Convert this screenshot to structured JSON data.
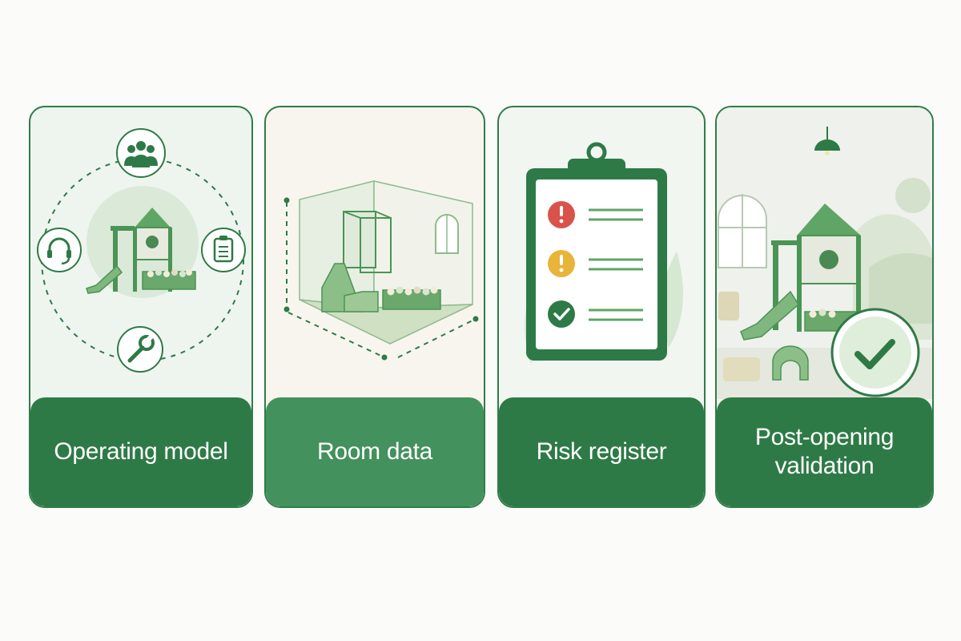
{
  "cards": [
    {
      "label": "Operating model",
      "icons": [
        "team-icon",
        "headset-icon",
        "clipboard-icon",
        "wrench-icon",
        "play-structure-illustration"
      ]
    },
    {
      "label": "Room data",
      "icons": [
        "isometric-room-illustration",
        "dimension-line-icon"
      ]
    },
    {
      "label": "Risk register",
      "icons": [
        "clipboard-icon",
        "alert-red-icon",
        "alert-amber-icon",
        "check-circle-icon"
      ]
    },
    {
      "label": "Post-opening validation",
      "icons": [
        "pendant-lamp-icon",
        "play-structure-illustration",
        "check-badge-icon"
      ]
    }
  ],
  "colors": {
    "brand_green": "#2e7a47",
    "label_green_light": "#43915c",
    "alert_red": "#d9534a",
    "alert_amber": "#e8b53a",
    "check_green": "#2e7a47"
  }
}
